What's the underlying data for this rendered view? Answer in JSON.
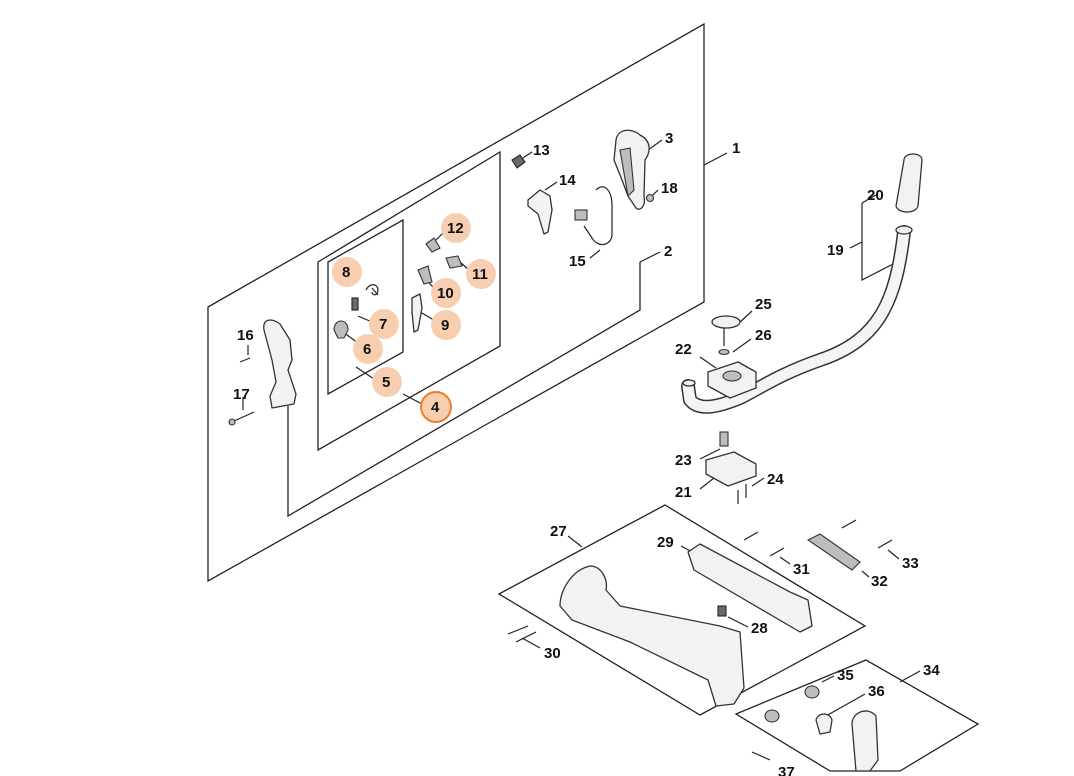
{
  "diagram": {
    "labels": {
      "p1": "1",
      "p2": "2",
      "p3": "3",
      "p4": "4",
      "p5": "5",
      "p6": "6",
      "p7": "7",
      "p8": "8",
      "p9": "9",
      "p10": "10",
      "p11": "11",
      "p12": "12",
      "p13": "13",
      "p14": "14",
      "p15": "15",
      "p16": "16",
      "p17": "17",
      "p18": "18",
      "p19": "19",
      "p20": "20",
      "p21": "21",
      "p22": "22",
      "p23": "23",
      "p24": "24",
      "p25": "25",
      "p26": "26",
      "p27": "27",
      "p28": "28",
      "p29": "29",
      "p30": "30",
      "p31": "31",
      "p32": "32",
      "p33": "33",
      "p34": "34",
      "p35": "35",
      "p36": "36",
      "p37": "37"
    },
    "highlighted_parts": [
      "5",
      "6",
      "7",
      "8",
      "9",
      "10",
      "11",
      "12"
    ],
    "selected_part": "4",
    "colors": {
      "highlight_fill": "#f7cfb0",
      "selected_outline": "#e8812f",
      "line": "#222222"
    }
  }
}
